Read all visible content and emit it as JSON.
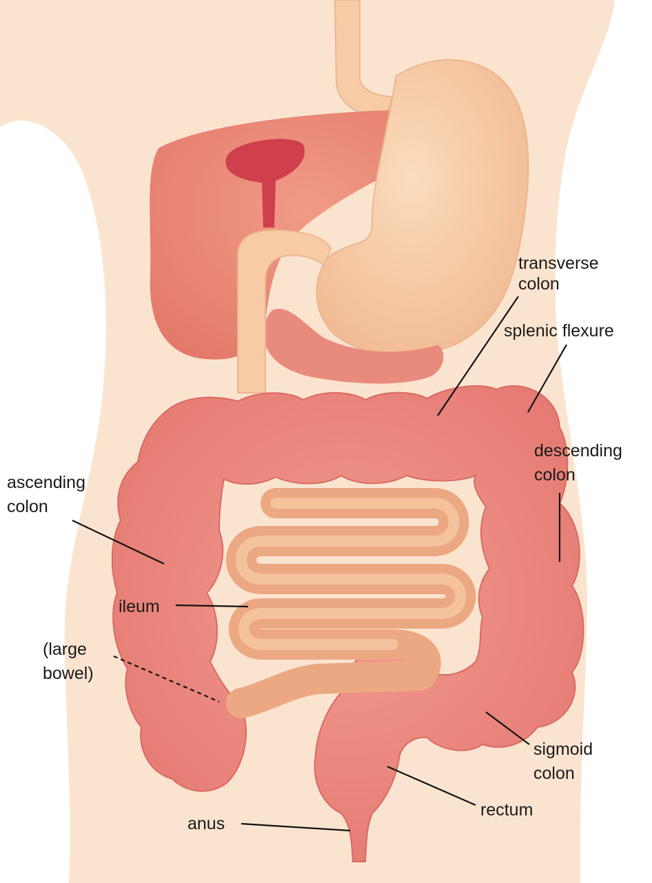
{
  "colors": {
    "skin": "#fbe4cf",
    "skin_shadow": "#f3cfb1",
    "liver": "#ea8a78",
    "gallbladder": "#cf3f4d",
    "stomach": "#f6cba5",
    "colon": "#ec8880",
    "small_intestine": "#eca882",
    "leader_lines": "#111111"
  },
  "labels": {
    "transverse_colon_1": "transverse",
    "transverse_colon_2": "colon",
    "splenic_flexure": "splenic flexure",
    "descending_colon_1": "descending",
    "descending_colon_2": "colon",
    "ascending_colon_1": "ascending",
    "ascending_colon_2": "colon",
    "ileum": "ileum",
    "large_bowel_1": "(large",
    "large_bowel_2": "bowel)",
    "sigmoid_colon_1": "sigmoid",
    "sigmoid_colon_2": "colon",
    "rectum": "rectum",
    "anus": "anus"
  }
}
